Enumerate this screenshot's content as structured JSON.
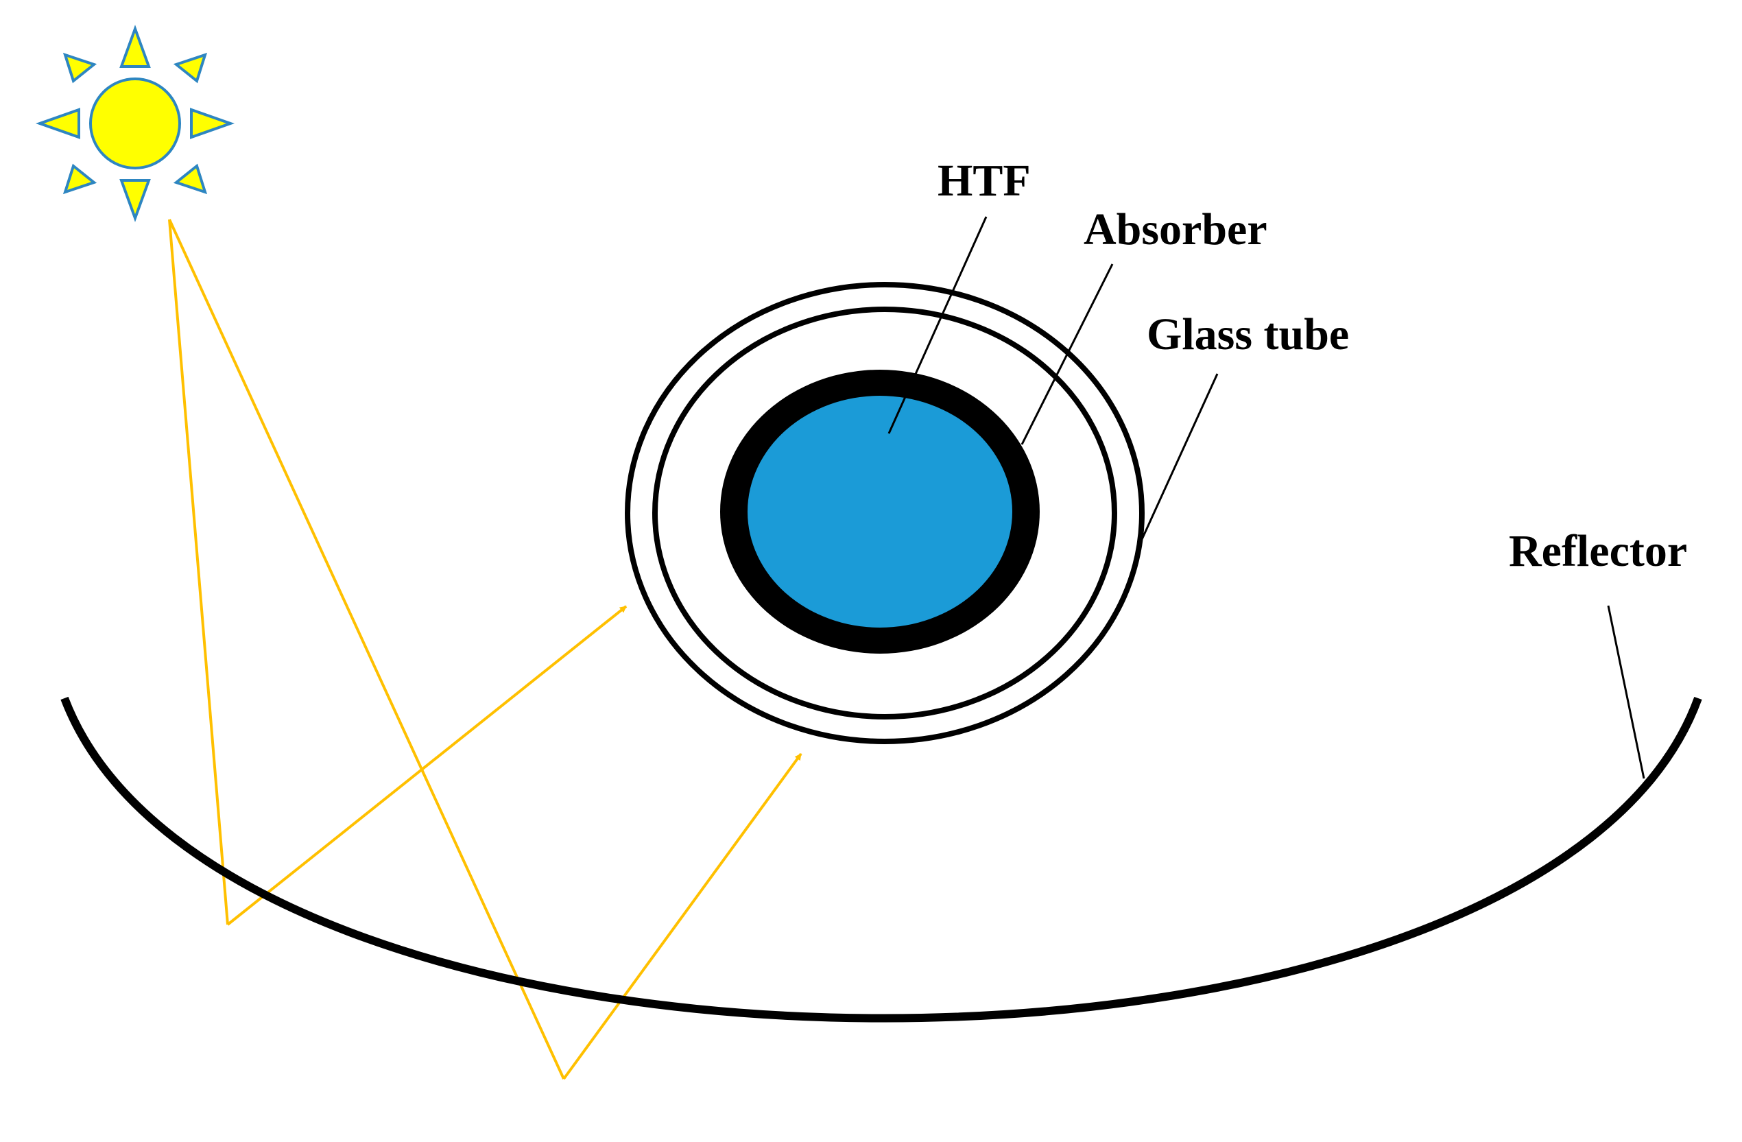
{
  "labels": {
    "htf": "HTF",
    "absorber": "Absorber",
    "glass_tube": "Glass tube",
    "reflector": "Reflector"
  },
  "colors": {
    "sun_fill": "#FFFF00",
    "sun_outline": "#2E86C1",
    "ray": "#FFC000",
    "htf_fill": "#1B9BD7",
    "absorber": "#000000",
    "glass": "#000000",
    "reflector": "#000000",
    "background": "#FFFFFF"
  },
  "icons": {
    "sun": "sun-icon"
  }
}
